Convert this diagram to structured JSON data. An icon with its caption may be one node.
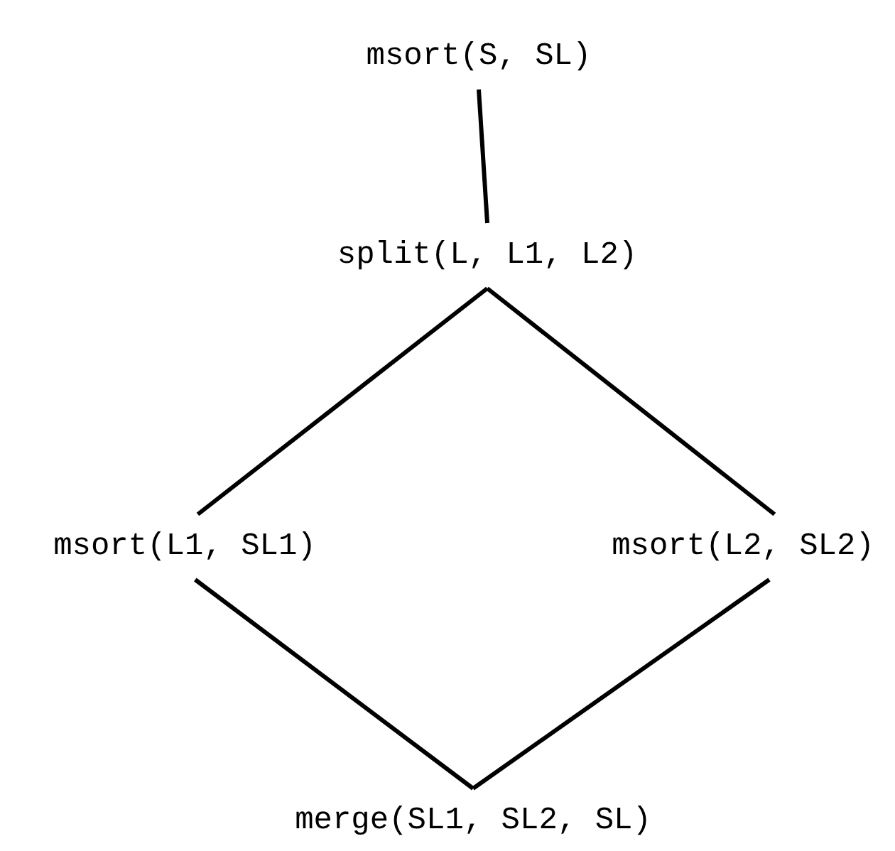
{
  "diagram": {
    "nodes": [
      {
        "text": [
          "msort(S, SL)"
        ]
      },
      {
        "text": [
          "split(L, L1, L2)"
        ]
      },
      {
        "text": [
          "msort(L1, SL1)"
        ]
      },
      {
        "text": [
          "msort(L2, SL2)"
        ]
      },
      {
        "text": [
          "merge(SL1, SL2, SL)"
        ]
      }
    ],
    "edges": [
      {
        "from": 0,
        "to": 1,
        "arrow": "none"
      },
      {
        "from": 1,
        "to": 2,
        "arrow": "none"
      },
      {
        "from": 1,
        "to": 3,
        "arrow": "none"
      },
      {
        "from": 2,
        "to": 4,
        "arrow": "none"
      },
      {
        "from": 3,
        "to": 4,
        "arrow": "none"
      }
    ]
  }
}
